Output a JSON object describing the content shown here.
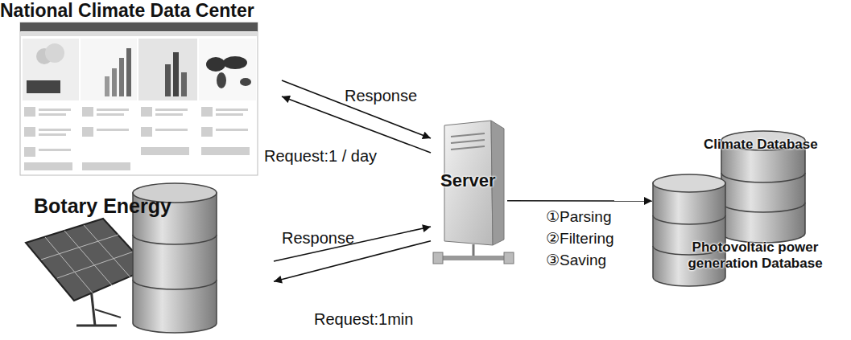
{
  "diagram": {
    "nodes": [
      {
        "text": [
          "National Climate Data Center"
        ]
      },
      {
        "text": [
          "Botary Energy"
        ]
      },
      {
        "text": [
          "Server"
        ]
      },
      {
        "text": [
          "Climate Database"
        ]
      },
      {
        "text": [
          "Photovoltaic power generation Database"
        ]
      }
    ],
    "edges": [
      {
        "from": 0,
        "to": 2,
        "label": "Response",
        "arrow": "to"
      },
      {
        "from": 2,
        "to": 0,
        "label": "Request:1 / day",
        "arrow": "to"
      },
      {
        "from": 1,
        "to": 2,
        "label": "Response",
        "arrow": "to"
      },
      {
        "from": 2,
        "to": 1,
        "label": "Request:1min",
        "arrow": "to"
      },
      {
        "from": 2,
        "to": 4,
        "label": "①Parsing ②Filtering ③Saving",
        "arrow": "to"
      }
    ]
  }
}
